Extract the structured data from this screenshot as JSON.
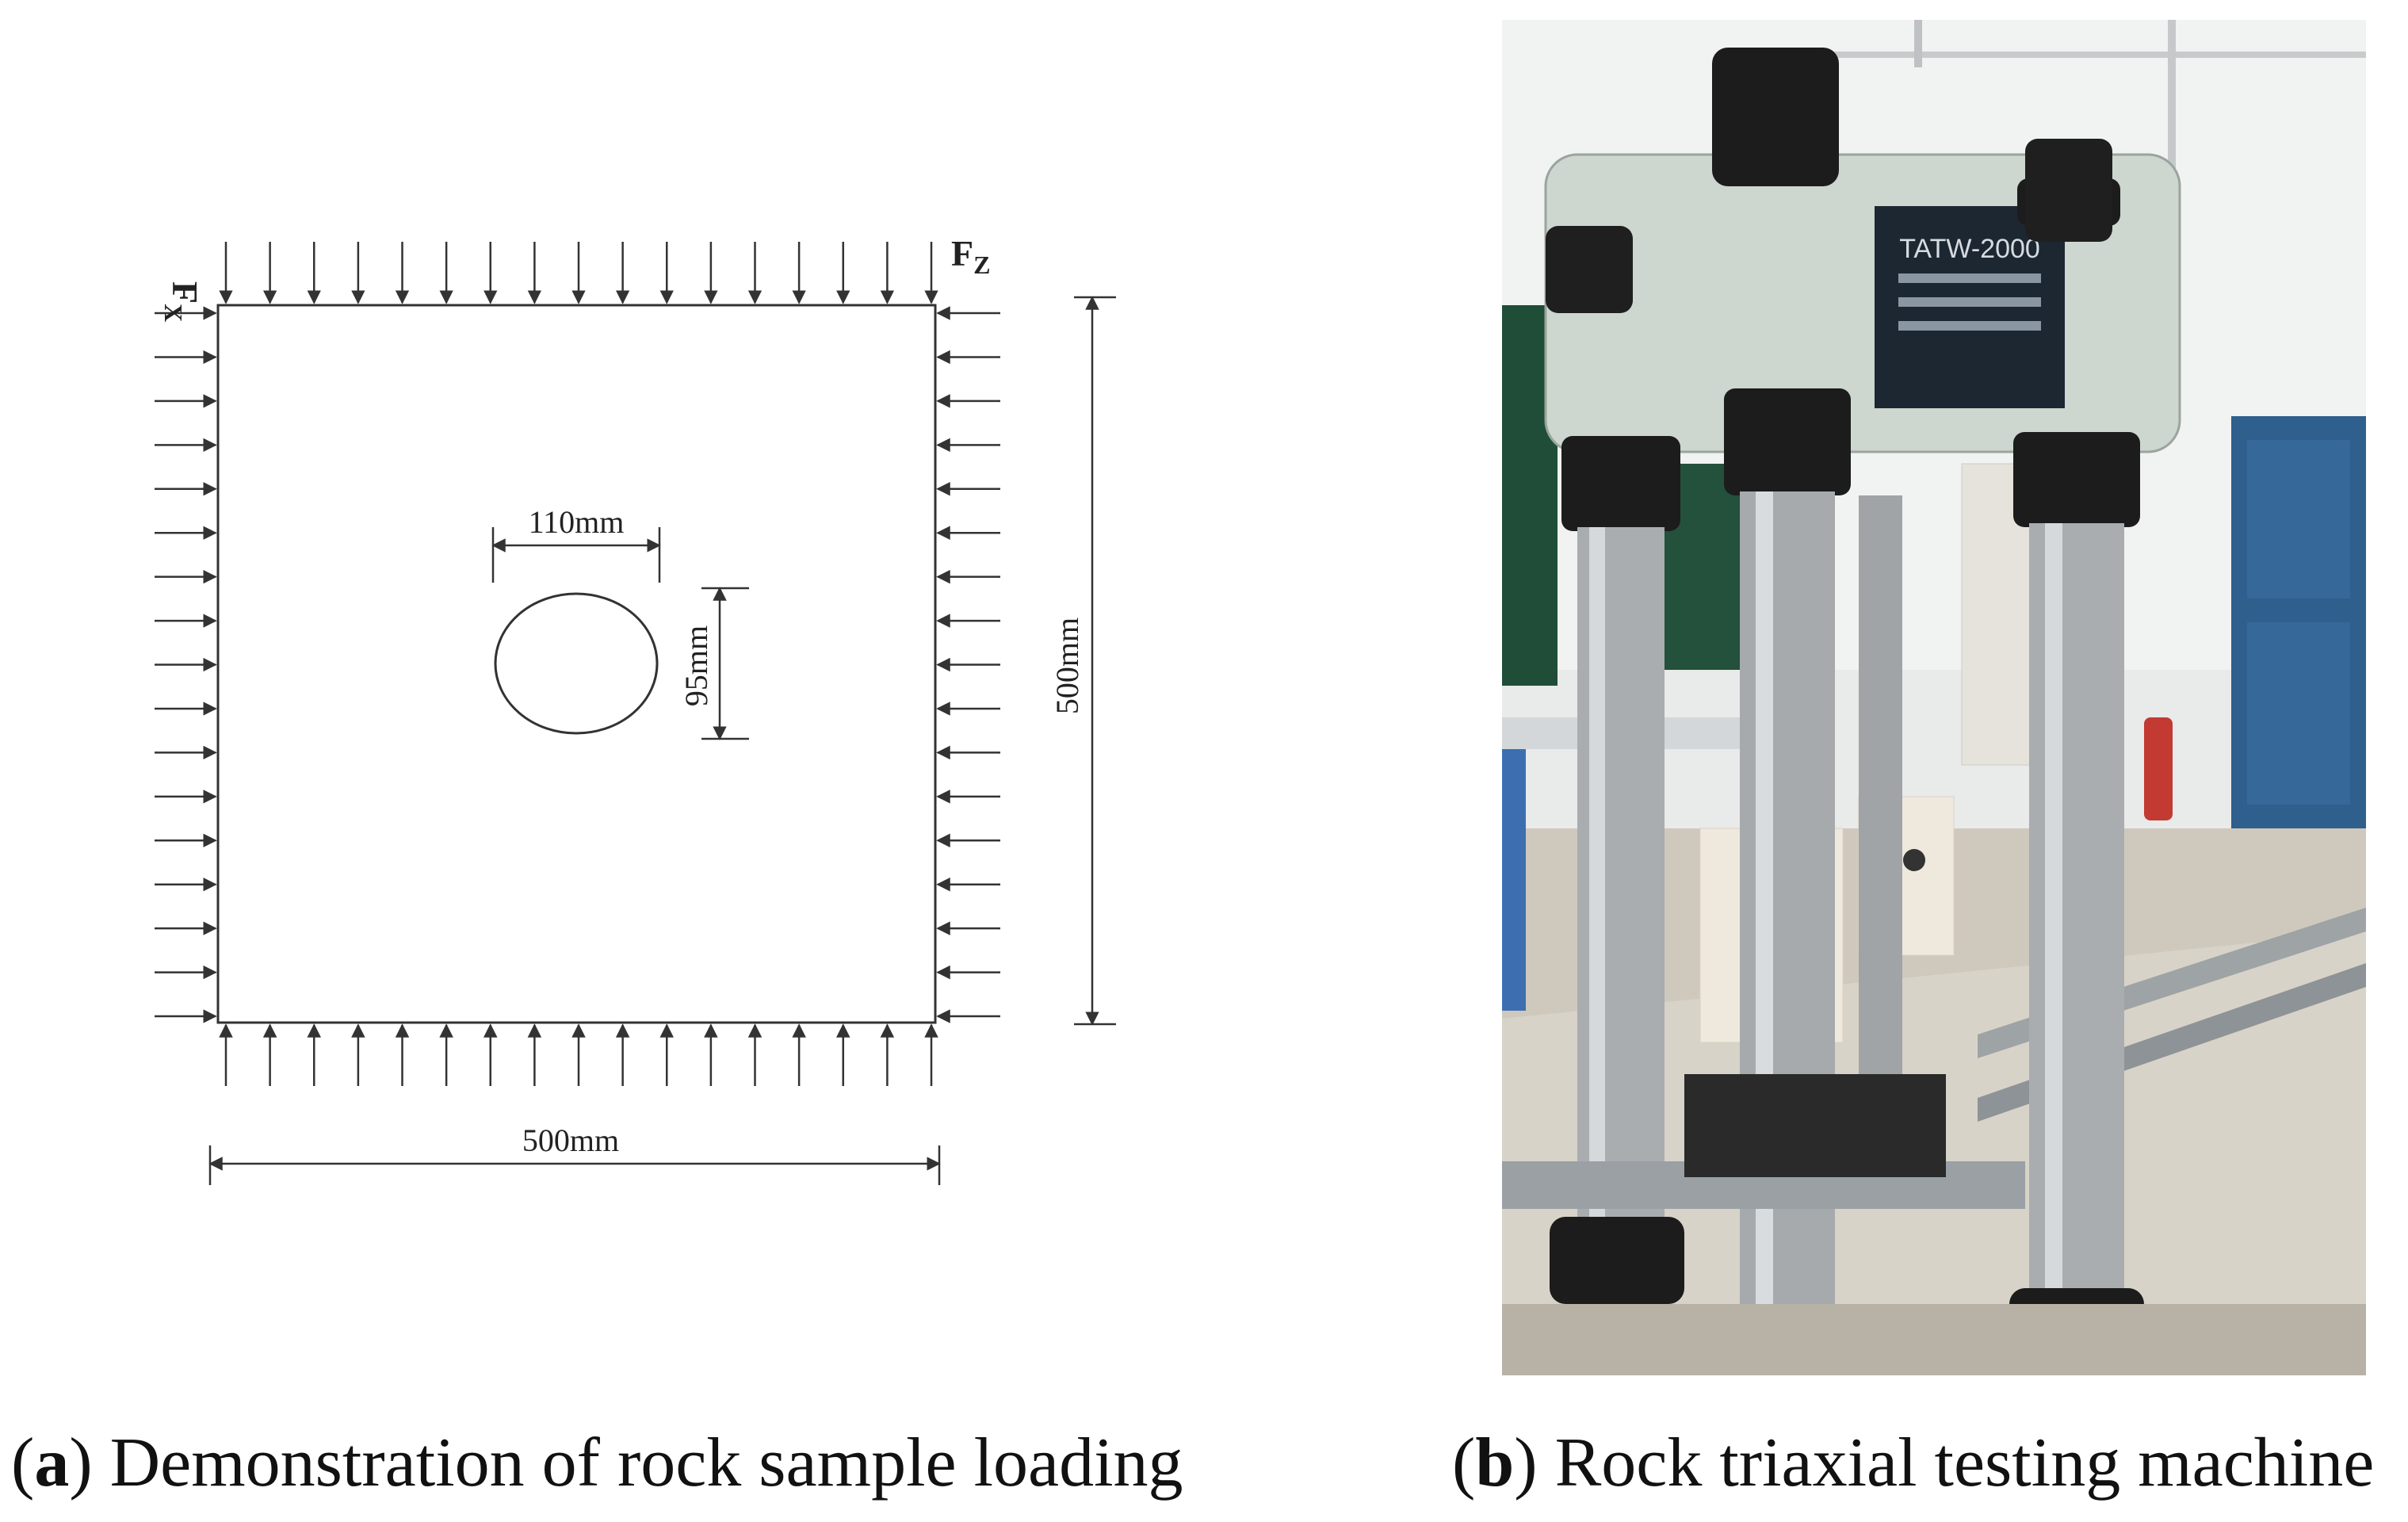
{
  "panel_a": {
    "force_x_label": "F",
    "force_x_sub": "X",
    "force_z_label": "F",
    "force_z_sub": "Z",
    "hole_width_label": "110mm",
    "hole_height_label": "95mm",
    "sample_height_label": "500mm",
    "sample_width_label": "500mm",
    "caption_letter": "a",
    "caption_text": "Demonstration of rock sample loading"
  },
  "panel_b": {
    "machine_label_line1": "TATW-2000",
    "caption_letter": "b",
    "caption_text": "Rock triaxial testing machine"
  },
  "colors": {
    "line": "#333333",
    "machine_body": "#cdd6cf",
    "column": "#a9adb0",
    "door": "#2f5f8c",
    "board": "#1f4d38",
    "floor": "#d8d3c8"
  }
}
